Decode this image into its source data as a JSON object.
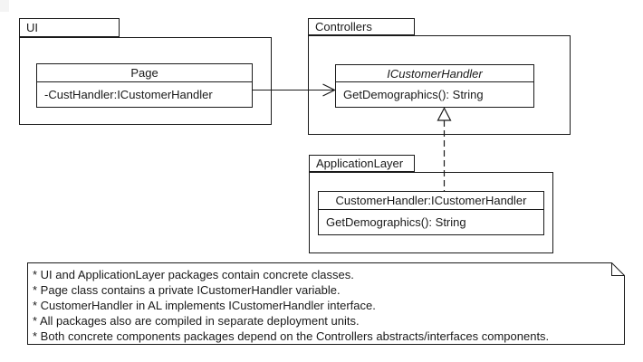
{
  "diagram_title": "UML package diagram: UI / Controllers / ApplicationLayer",
  "colors": {
    "line": "#1a1a1a",
    "background": "#ffffff"
  },
  "packages": {
    "ui": {
      "label": "UI"
    },
    "controllers": {
      "label": "Controllers"
    },
    "application_layer": {
      "label": "ApplicationLayer"
    }
  },
  "classes": {
    "page": {
      "name": "Page",
      "attribute": "-CustHandler:ICustomerHandler"
    },
    "icustomerhandler": {
      "name": "ICustomerHandler",
      "operation": "GetDemographics(): String"
    },
    "customerhandler": {
      "name": "CustomerHandler:ICustomerHandler",
      "operation": "GetDemographics(): String"
    }
  },
  "relationships": {
    "association": "Page -> ICustomerHandler (solid line, open arrow)",
    "realization": "CustomerHandler ..|> ICustomerHandler (dashed line, hollow triangle)"
  },
  "note": {
    "lines": [
      "* UI and ApplicationLayer packages contain concrete classes.",
      "* Page class contains a private ICustomerHandler variable.",
      "* CustomerHandler in AL implements ICustomerHandler interface.",
      "* All packages also are compiled in separate deployment units.",
      "* Both concrete components packages depend on the Controllers abstracts/interfaces components."
    ]
  }
}
